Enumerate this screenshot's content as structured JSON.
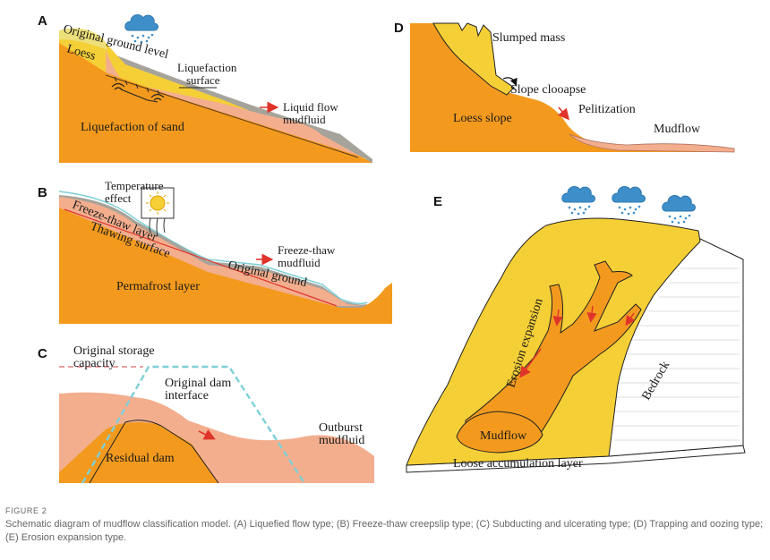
{
  "panels": {
    "a": {
      "letter": "A",
      "labels": {
        "original_ground": "Original ground level",
        "loess": "Loess",
        "liq_surface_1": "Liquefaction",
        "liq_surface_2": "surface",
        "liquid_flow_1": "Liquid flow",
        "liquid_flow_2": "mudfluid",
        "liq_sand": "Liquefaction of sand"
      }
    },
    "b": {
      "letter": "B",
      "labels": {
        "temp_1": "Temperature",
        "temp_2": "effect",
        "freeze_layer": "Freeze-thaw layer",
        "thawing": "Thawing surface",
        "freeze_mud_1": "Freeze-thaw",
        "freeze_mud_2": "mudfluid",
        "orig_ground": "Original ground",
        "permafrost": "Permafrost layer"
      }
    },
    "c": {
      "letter": "C",
      "labels": {
        "storage_1": "Original storage",
        "storage_2": "capacity",
        "dam_if_1": "Original dam",
        "dam_if_2": "interface",
        "outburst_1": "Outburst",
        "outburst_2": "mudfluid",
        "residual": "Residual dam"
      }
    },
    "d": {
      "letter": "D",
      "labels": {
        "slumped": "Slumped mass",
        "collapse": "Slope clooapse",
        "pelitization": "Pelitization",
        "loess_slope": "Loess slope",
        "mudflow": "Mudflow"
      }
    },
    "e": {
      "letter": "E",
      "labels": {
        "erosion": "Erosion expansion",
        "bedrock": "Bedrock",
        "mudflow": "Mudflow",
        "loose": "Loose accumulation layer"
      }
    }
  },
  "caption": {
    "label": "FIGURE 2",
    "text": "Schematic diagram of mudflow classification model. (A) Liquefied flow type; (B) Freeze-thaw creepslip type; (C) Subducting and ulcerating type; (D) Trapping and oozing type; (E) Erosion expansion type."
  },
  "colors": {
    "orange": "#F39A1E",
    "salmon": "#F3AE8E",
    "yellow": "#F5CF36",
    "light_yellow": "#EDE07A",
    "grey": "#A6A39B",
    "red_arrow": "#E0342B",
    "cyan": "#7ECFD6",
    "pink_dash": "#E8A0A0",
    "cloud": "#3E8FC9"
  }
}
